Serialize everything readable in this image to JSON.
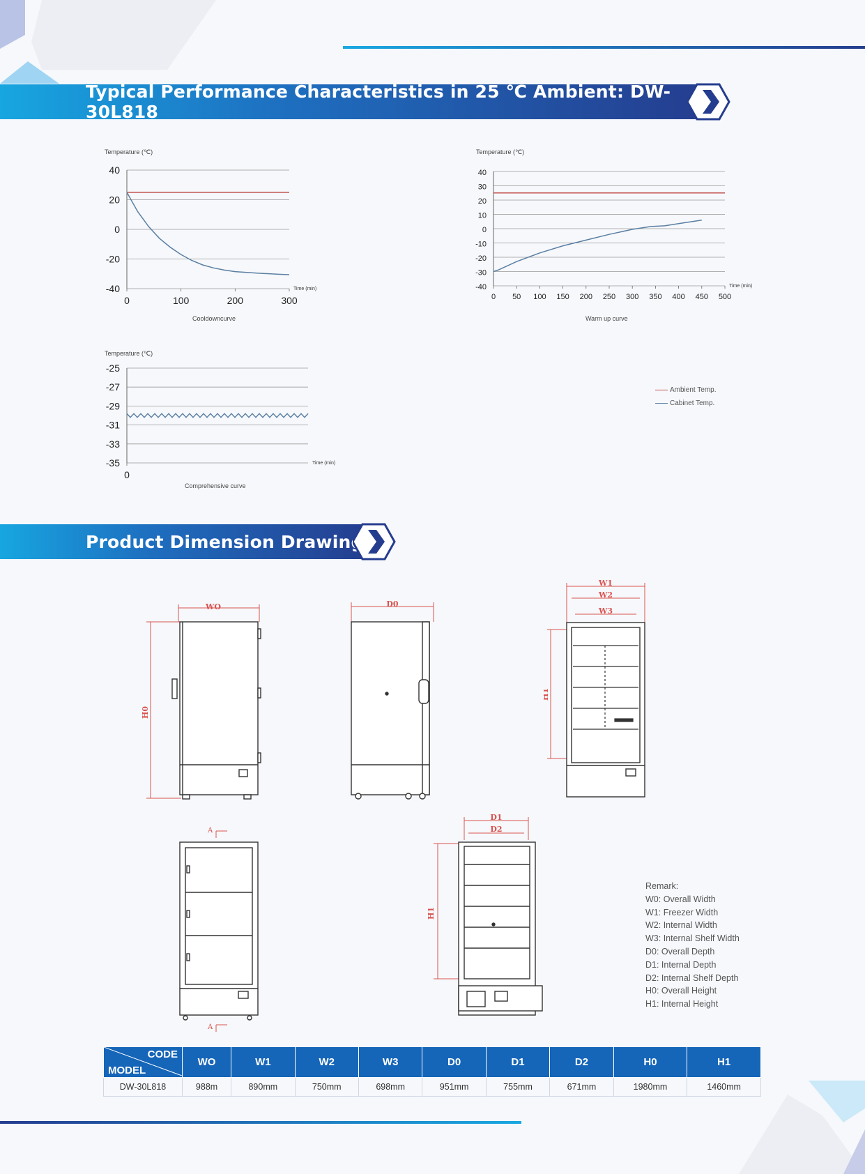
{
  "section1": {
    "title": "Typical Performance Characteristics in 25 ℃ Ambient: DW-30L818"
  },
  "section2": {
    "title": "Product Dimension Drawing"
  },
  "chart_data": [
    {
      "type": "line",
      "title": "Cooldowncurve",
      "ylabel": "Temperature (℃)",
      "xlabel": "Time (min)",
      "xlim": [
        0,
        300
      ],
      "ylim": [
        -40,
        40
      ],
      "x_ticks": [
        "0",
        "100",
        "200",
        "300"
      ],
      "y_ticks": [
        "40",
        "20",
        "0",
        "-20",
        "-40"
      ],
      "series": [
        {
          "name": "Ambient Temp.",
          "color": "#c0504d",
          "x": [
            0,
            300
          ],
          "y": [
            25,
            25
          ]
        },
        {
          "name": "Cabinet Temp.",
          "color": "#5b7fa3",
          "x": [
            0,
            20,
            40,
            60,
            80,
            100,
            120,
            140,
            160,
            180,
            200,
            240,
            280,
            300
          ],
          "y": [
            25,
            12,
            2,
            -6,
            -12,
            -17,
            -21,
            -24,
            -26,
            -27.5,
            -28.5,
            -29.5,
            -30.3,
            -30.6
          ]
        }
      ]
    },
    {
      "type": "line",
      "title": "Warm up curve",
      "ylabel": "Temperature (℃)",
      "xlabel": "Time (min)",
      "xlim": [
        0,
        500
      ],
      "ylim": [
        -40,
        40
      ],
      "x_ticks": [
        "0",
        "50",
        "100",
        "150",
        "200",
        "250",
        "300",
        "350",
        "400",
        "450",
        "500"
      ],
      "y_ticks": [
        "40",
        "30",
        "20",
        "10",
        "0",
        "-10",
        "-20",
        "-30",
        "-40"
      ],
      "series": [
        {
          "name": "Ambient Temp.",
          "color": "#c0504d",
          "x": [
            0,
            500
          ],
          "y": [
            25,
            25
          ]
        },
        {
          "name": "Cabinet Temp.",
          "color": "#5b7fa3",
          "x": [
            0,
            10,
            50,
            100,
            150,
            200,
            250,
            300,
            340,
            370,
            400,
            450
          ],
          "y": [
            -30,
            -29,
            -23,
            -17,
            -12,
            -8,
            -4,
            -0.5,
            1.5,
            2,
            3.5,
            6
          ]
        }
      ]
    },
    {
      "type": "line",
      "title": "Comprehensive curve",
      "ylabel": "Temperature (℃)",
      "xlabel": "Time (min)",
      "xlim": [
        0,
        1
      ],
      "ylim": [
        -35,
        -25
      ],
      "x_ticks": [
        "0"
      ],
      "y_ticks": [
        "-25",
        "-27",
        "-29",
        "-31",
        "-33",
        "-35"
      ],
      "series": [
        {
          "name": "Cabinet Temp.",
          "color": "#5b7fa3",
          "oscillating_between": [
            -29.8,
            -30.2
          ],
          "cycles": 26
        }
      ]
    }
  ],
  "legend": {
    "ambient": "Ambient Temp.",
    "cabinet": "Cabinet Temp."
  },
  "drawing_labels": {
    "w0": "W0",
    "wo": "WO",
    "d0": "D0",
    "h0": "H0",
    "w1": "W1",
    "w2": "W2",
    "w3": "W3",
    "h1": "H1",
    "d1": "D1",
    "d2": "D2",
    "a": "A"
  },
  "remark": {
    "title": "Remark:",
    "lines": [
      "W0: Overall Width",
      "W1: Freezer Width",
      "W2: Internal Width",
      "W3: Internal Shelf Width",
      "D0: Overall Depth",
      "D1: Internal Depth",
      "D2: Internal Shelf Depth",
      "H0: Overall Height",
      "H1: Internal Height"
    ]
  },
  "table": {
    "corner_top": "CODE",
    "corner_bottom": "MODEL",
    "headers": [
      "WO",
      "W1",
      "W2",
      "W3",
      "D0",
      "D1",
      "D2",
      "H0",
      "H1"
    ],
    "row": {
      "model": "DW-30L818",
      "values": [
        "988m",
        "890mm",
        "750mm",
        "698mm",
        "951mm",
        "755mm",
        "671mm",
        "1980mm",
        "1460mm"
      ]
    }
  },
  "colors": {
    "banner_start": "#17a6e0",
    "banner_end": "#253d8f",
    "ambient": "#c0504d",
    "cabinet": "#5b7fa3",
    "dim_red": "#d9534f"
  }
}
